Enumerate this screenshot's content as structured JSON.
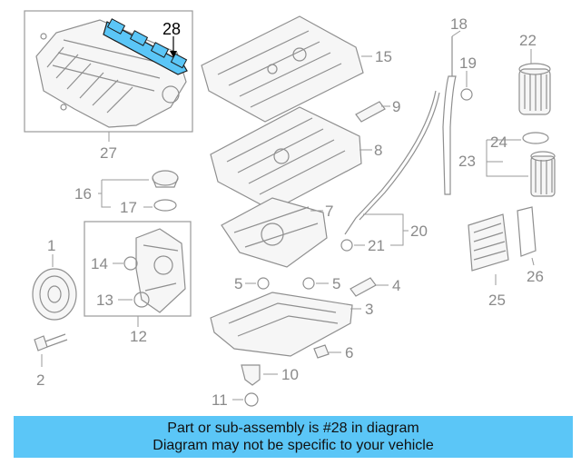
{
  "labels": {
    "l1": "1",
    "l2": "2",
    "l3": "3",
    "l4": "4",
    "l5a": "5",
    "l5b": "5",
    "l6": "6",
    "l7": "7",
    "l8": "8",
    "l9": "9",
    "l10": "10",
    "l11": "11",
    "l12": "12",
    "l13": "13",
    "l14": "14",
    "l15": "15",
    "l16": "16",
    "l17": "17",
    "l18": "18",
    "l19": "19",
    "l20": "20",
    "l21": "21",
    "l22": "22",
    "l23": "23",
    "l24": "24",
    "l25": "25",
    "l26": "26",
    "l27": "27",
    "l28": "28"
  },
  "colors": {
    "highlight": "#5bc6f7",
    "banner": "#5bc6f7",
    "line": "#8f8f8f"
  },
  "banner": {
    "line1": "Part or sub-assembly is #28 in diagram",
    "line2": "Diagram may not be specific to your vehicle"
  }
}
